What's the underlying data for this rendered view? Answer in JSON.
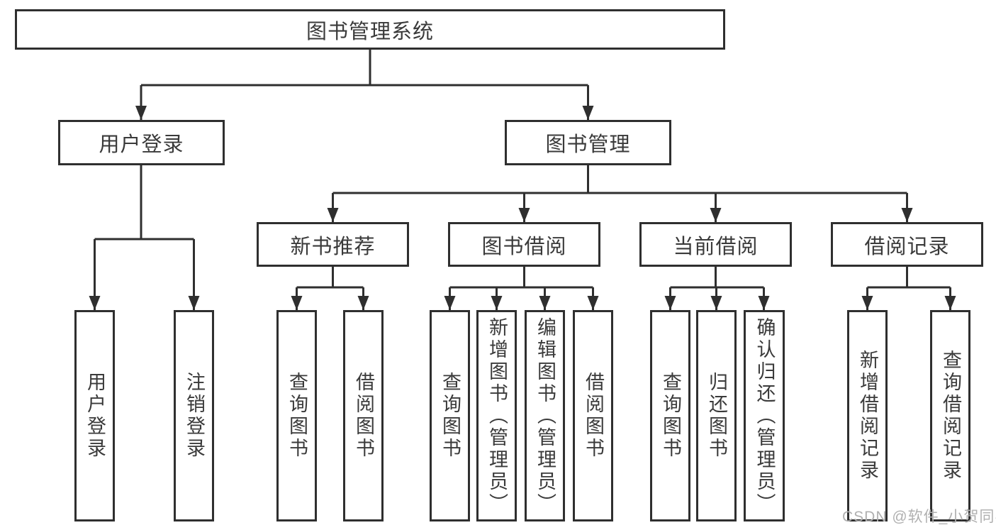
{
  "tree": {
    "root": {
      "label": "图书管理系统"
    },
    "level2": [
      {
        "label": "用户登录",
        "children": [
          {
            "label": "用户登录"
          },
          {
            "label": "注销登录"
          }
        ]
      },
      {
        "label": "图书管理",
        "children": [
          {
            "label": "新书推荐",
            "children": [
              {
                "label": "查询图书"
              },
              {
                "label": "借阅图书"
              }
            ]
          },
          {
            "label": "图书借阅",
            "children": [
              {
                "label": "查询图书"
              },
              {
                "label": "新增图书（管理员）"
              },
              {
                "label": "编辑图书（管理员）"
              },
              {
                "label": "借阅图书"
              }
            ]
          },
          {
            "label": "当前借阅",
            "children": [
              {
                "label": "查询图书"
              },
              {
                "label": "归还图书"
              },
              {
                "label": "确认归还（管理员）"
              }
            ]
          },
          {
            "label": "借阅记录",
            "children": [
              {
                "label": "新增借阅记录"
              },
              {
                "label": "查询借阅记录"
              }
            ]
          }
        ]
      }
    ]
  },
  "watermark": {
    "text": "CSDN @软件_小贺同学",
    "color": "#b0b0b0"
  },
  "colors": {
    "background": "#ffffff",
    "line": "#2f2f2f",
    "box_border": "#2f2f2f",
    "text": "#3a3a3a"
  }
}
